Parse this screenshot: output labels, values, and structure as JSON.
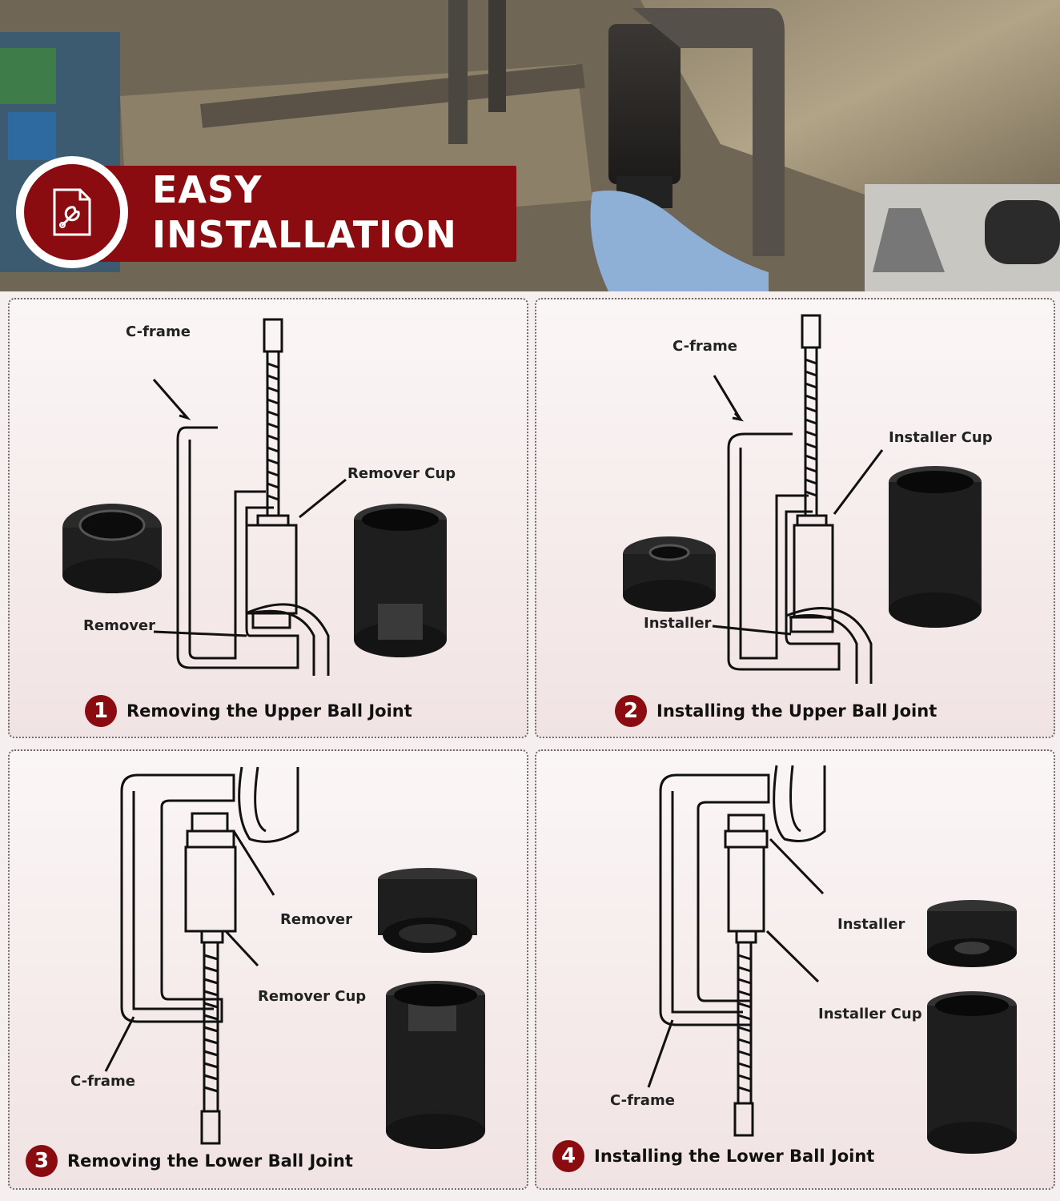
{
  "banner": {
    "line1": "EASY",
    "line2": "INSTALLATION",
    "icon": "wrench-document-icon",
    "color": "#8a0c10"
  },
  "steps": [
    {
      "number": "1",
      "title": "Removing the Upper Ball Joint",
      "labels": {
        "frame": "C-frame",
        "cup": "Remover Cup",
        "tool": "Remover"
      }
    },
    {
      "number": "2",
      "title": "Installing the Upper Ball Joint",
      "labels": {
        "frame": "C-frame",
        "cup": "Installer Cup",
        "tool": "Installer"
      }
    },
    {
      "number": "3",
      "title": "Removing the Lower Ball Joint",
      "labels": {
        "frame": "C-frame",
        "cup": "Remover Cup",
        "tool": "Remover"
      }
    },
    {
      "number": "4",
      "title": "Installing the Lower Ball Joint",
      "labels": {
        "frame": "C-frame",
        "cup": "Installer Cup",
        "tool": "Installer"
      }
    }
  ]
}
